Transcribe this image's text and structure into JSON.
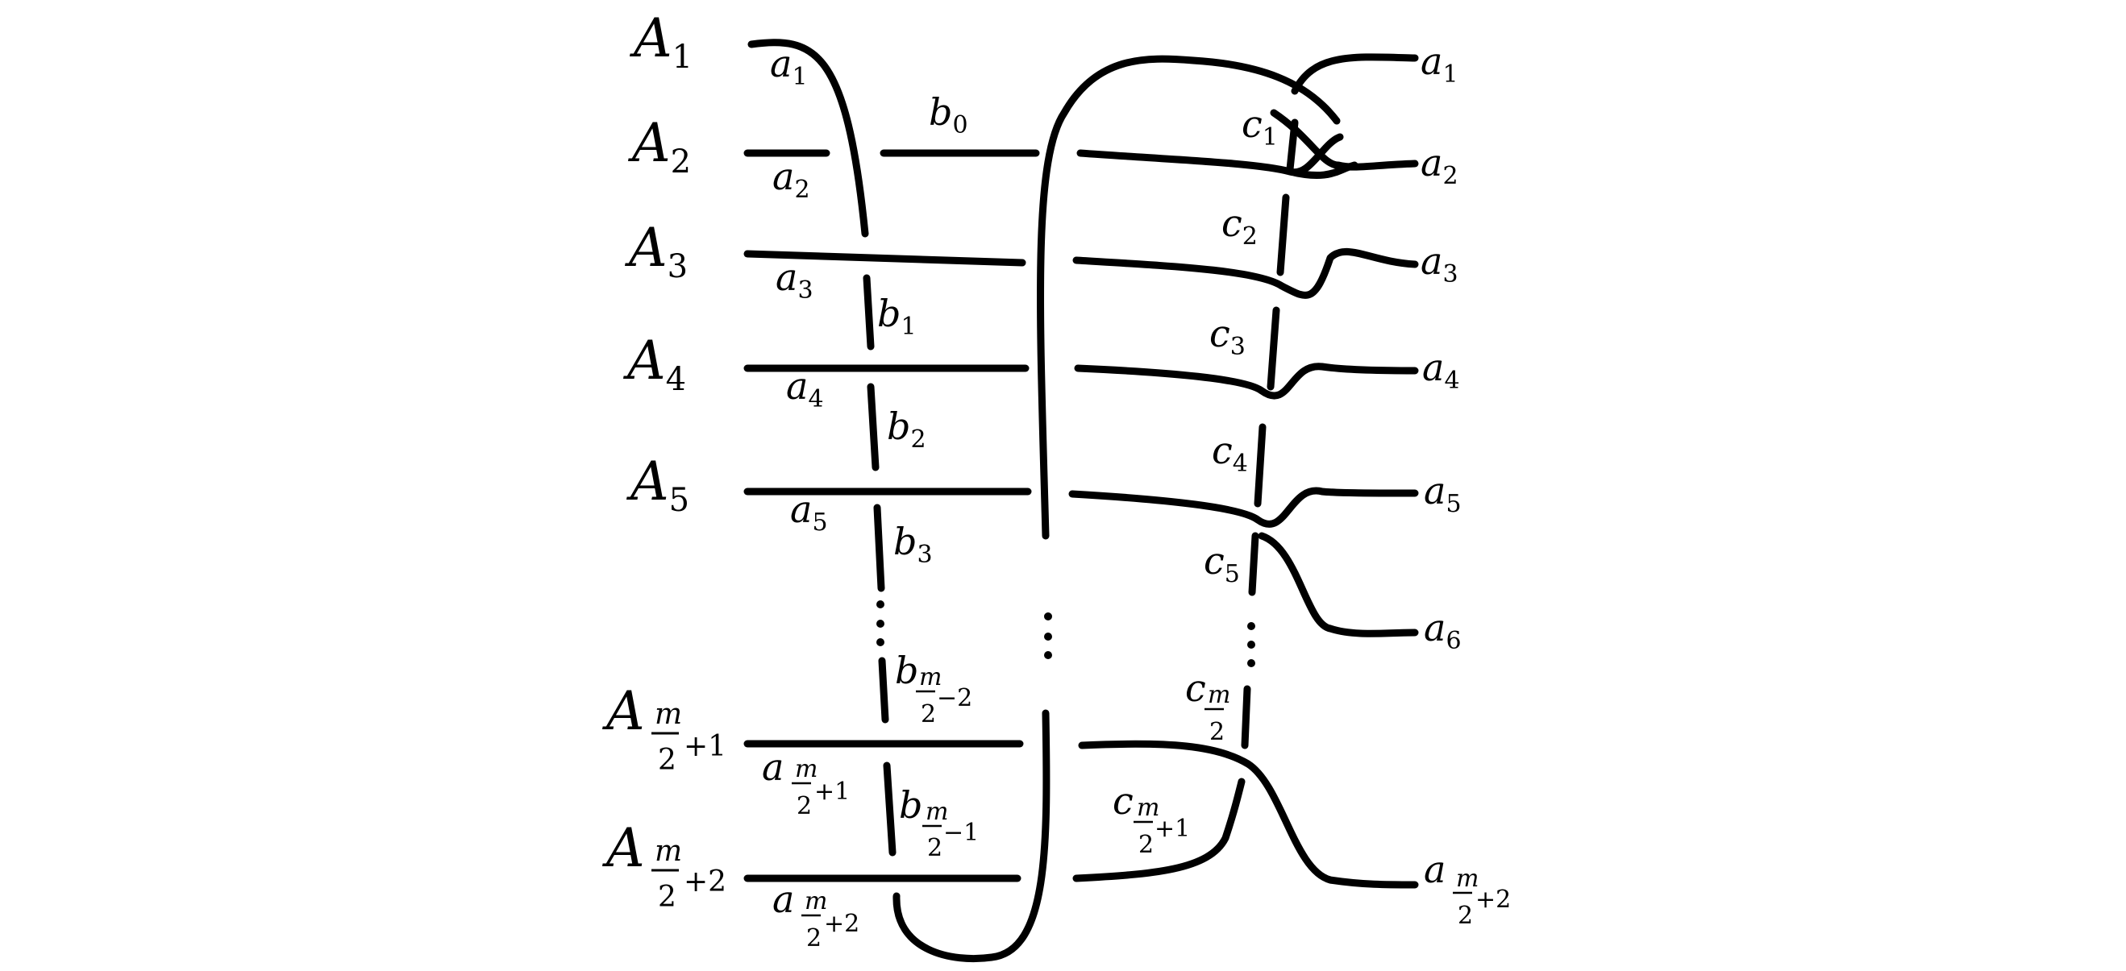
{
  "colors": {
    "stroke": "#000000",
    "background": "#ffffff"
  },
  "left_labels": [
    {
      "base": "A",
      "sub": "1"
    },
    {
      "base": "A",
      "sub": "2"
    },
    {
      "base": "A",
      "sub": "3"
    },
    {
      "base": "A",
      "sub": "4"
    },
    {
      "base": "A",
      "sub": "5"
    },
    {
      "base": "A",
      "frac_num": "m",
      "frac_den": "2",
      "tail": "+1"
    },
    {
      "base": "A",
      "frac_num": "m",
      "frac_den": "2",
      "tail": "+2"
    }
  ],
  "a_labels": [
    {
      "base": "a",
      "sub": "1"
    },
    {
      "base": "a",
      "sub": "2"
    },
    {
      "base": "a",
      "sub": "3"
    },
    {
      "base": "a",
      "sub": "4"
    },
    {
      "base": "a",
      "sub": "5"
    },
    {
      "base": "a",
      "frac_num": "m",
      "frac_den": "2",
      "tail": "+1"
    },
    {
      "base": "a",
      "frac_num": "m",
      "frac_den": "2",
      "tail": "+2"
    }
  ],
  "b_labels": [
    {
      "base": "b",
      "sub": "0"
    },
    {
      "base": "b",
      "sub": "1"
    },
    {
      "base": "b",
      "sub": "2"
    },
    {
      "base": "b",
      "sub": "3"
    },
    {
      "base": "b",
      "frac_num": "m",
      "frac_den": "2",
      "tail": "−2"
    },
    {
      "base": "b",
      "frac_num": "m",
      "frac_den": "2",
      "tail": "−1"
    }
  ],
  "c_labels": [
    {
      "base": "c",
      "sub": "1"
    },
    {
      "base": "c",
      "sub": "2"
    },
    {
      "base": "c",
      "sub": "3"
    },
    {
      "base": "c",
      "sub": "4"
    },
    {
      "base": "c",
      "sub": "5"
    },
    {
      "base": "c",
      "frac_num": "m",
      "frac_den": "2",
      "tail": ""
    },
    {
      "base": "c",
      "frac_num": "m",
      "frac_den": "2",
      "tail": "+1"
    }
  ],
  "right_labels": [
    {
      "base": "a",
      "sub": "1"
    },
    {
      "base": "a",
      "sub": "2"
    },
    {
      "base": "a",
      "sub": "3"
    },
    {
      "base": "a",
      "sub": "4"
    },
    {
      "base": "a",
      "sub": "5"
    },
    {
      "base": "a",
      "sub": "6"
    },
    {
      "base": "a",
      "frac_num": "m",
      "frac_den": "2",
      "tail": "+2"
    }
  ]
}
